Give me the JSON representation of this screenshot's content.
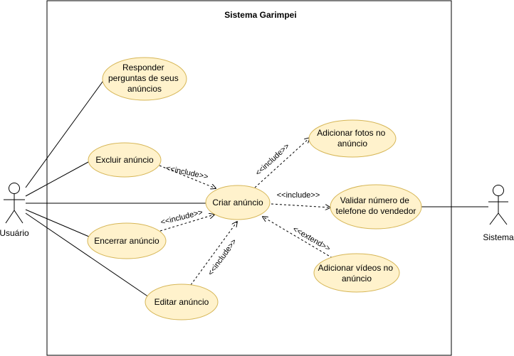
{
  "system": {
    "title": "Sistema Garimpei"
  },
  "actors": {
    "usuario": "Usuário",
    "sistema": "Sistema"
  },
  "use_cases": {
    "responder": [
      "Responder",
      "perguntas de seus",
      "anúncios"
    ],
    "excluir": [
      "Excluir anúncio"
    ],
    "criar": [
      "Criar anúncio"
    ],
    "encerrar": [
      "Encerrar anúncio"
    ],
    "editar": [
      "Editar anúncio"
    ],
    "adicionar_fotos": [
      "Adicionar fotos no",
      "anúncio"
    ],
    "validar": [
      "Validar número de",
      "telefone do vendedor"
    ],
    "adicionar_videos": [
      "Adicionar vídeos no",
      "anúncio"
    ]
  },
  "relations": {
    "excluir_include": "<<include>>",
    "encerrar_include": "<<include>>",
    "editar_include": "<<include>>",
    "fotos_include": "<<include>>",
    "validar_include": "<<include>>",
    "videos_extend": "<<extend>>"
  }
}
